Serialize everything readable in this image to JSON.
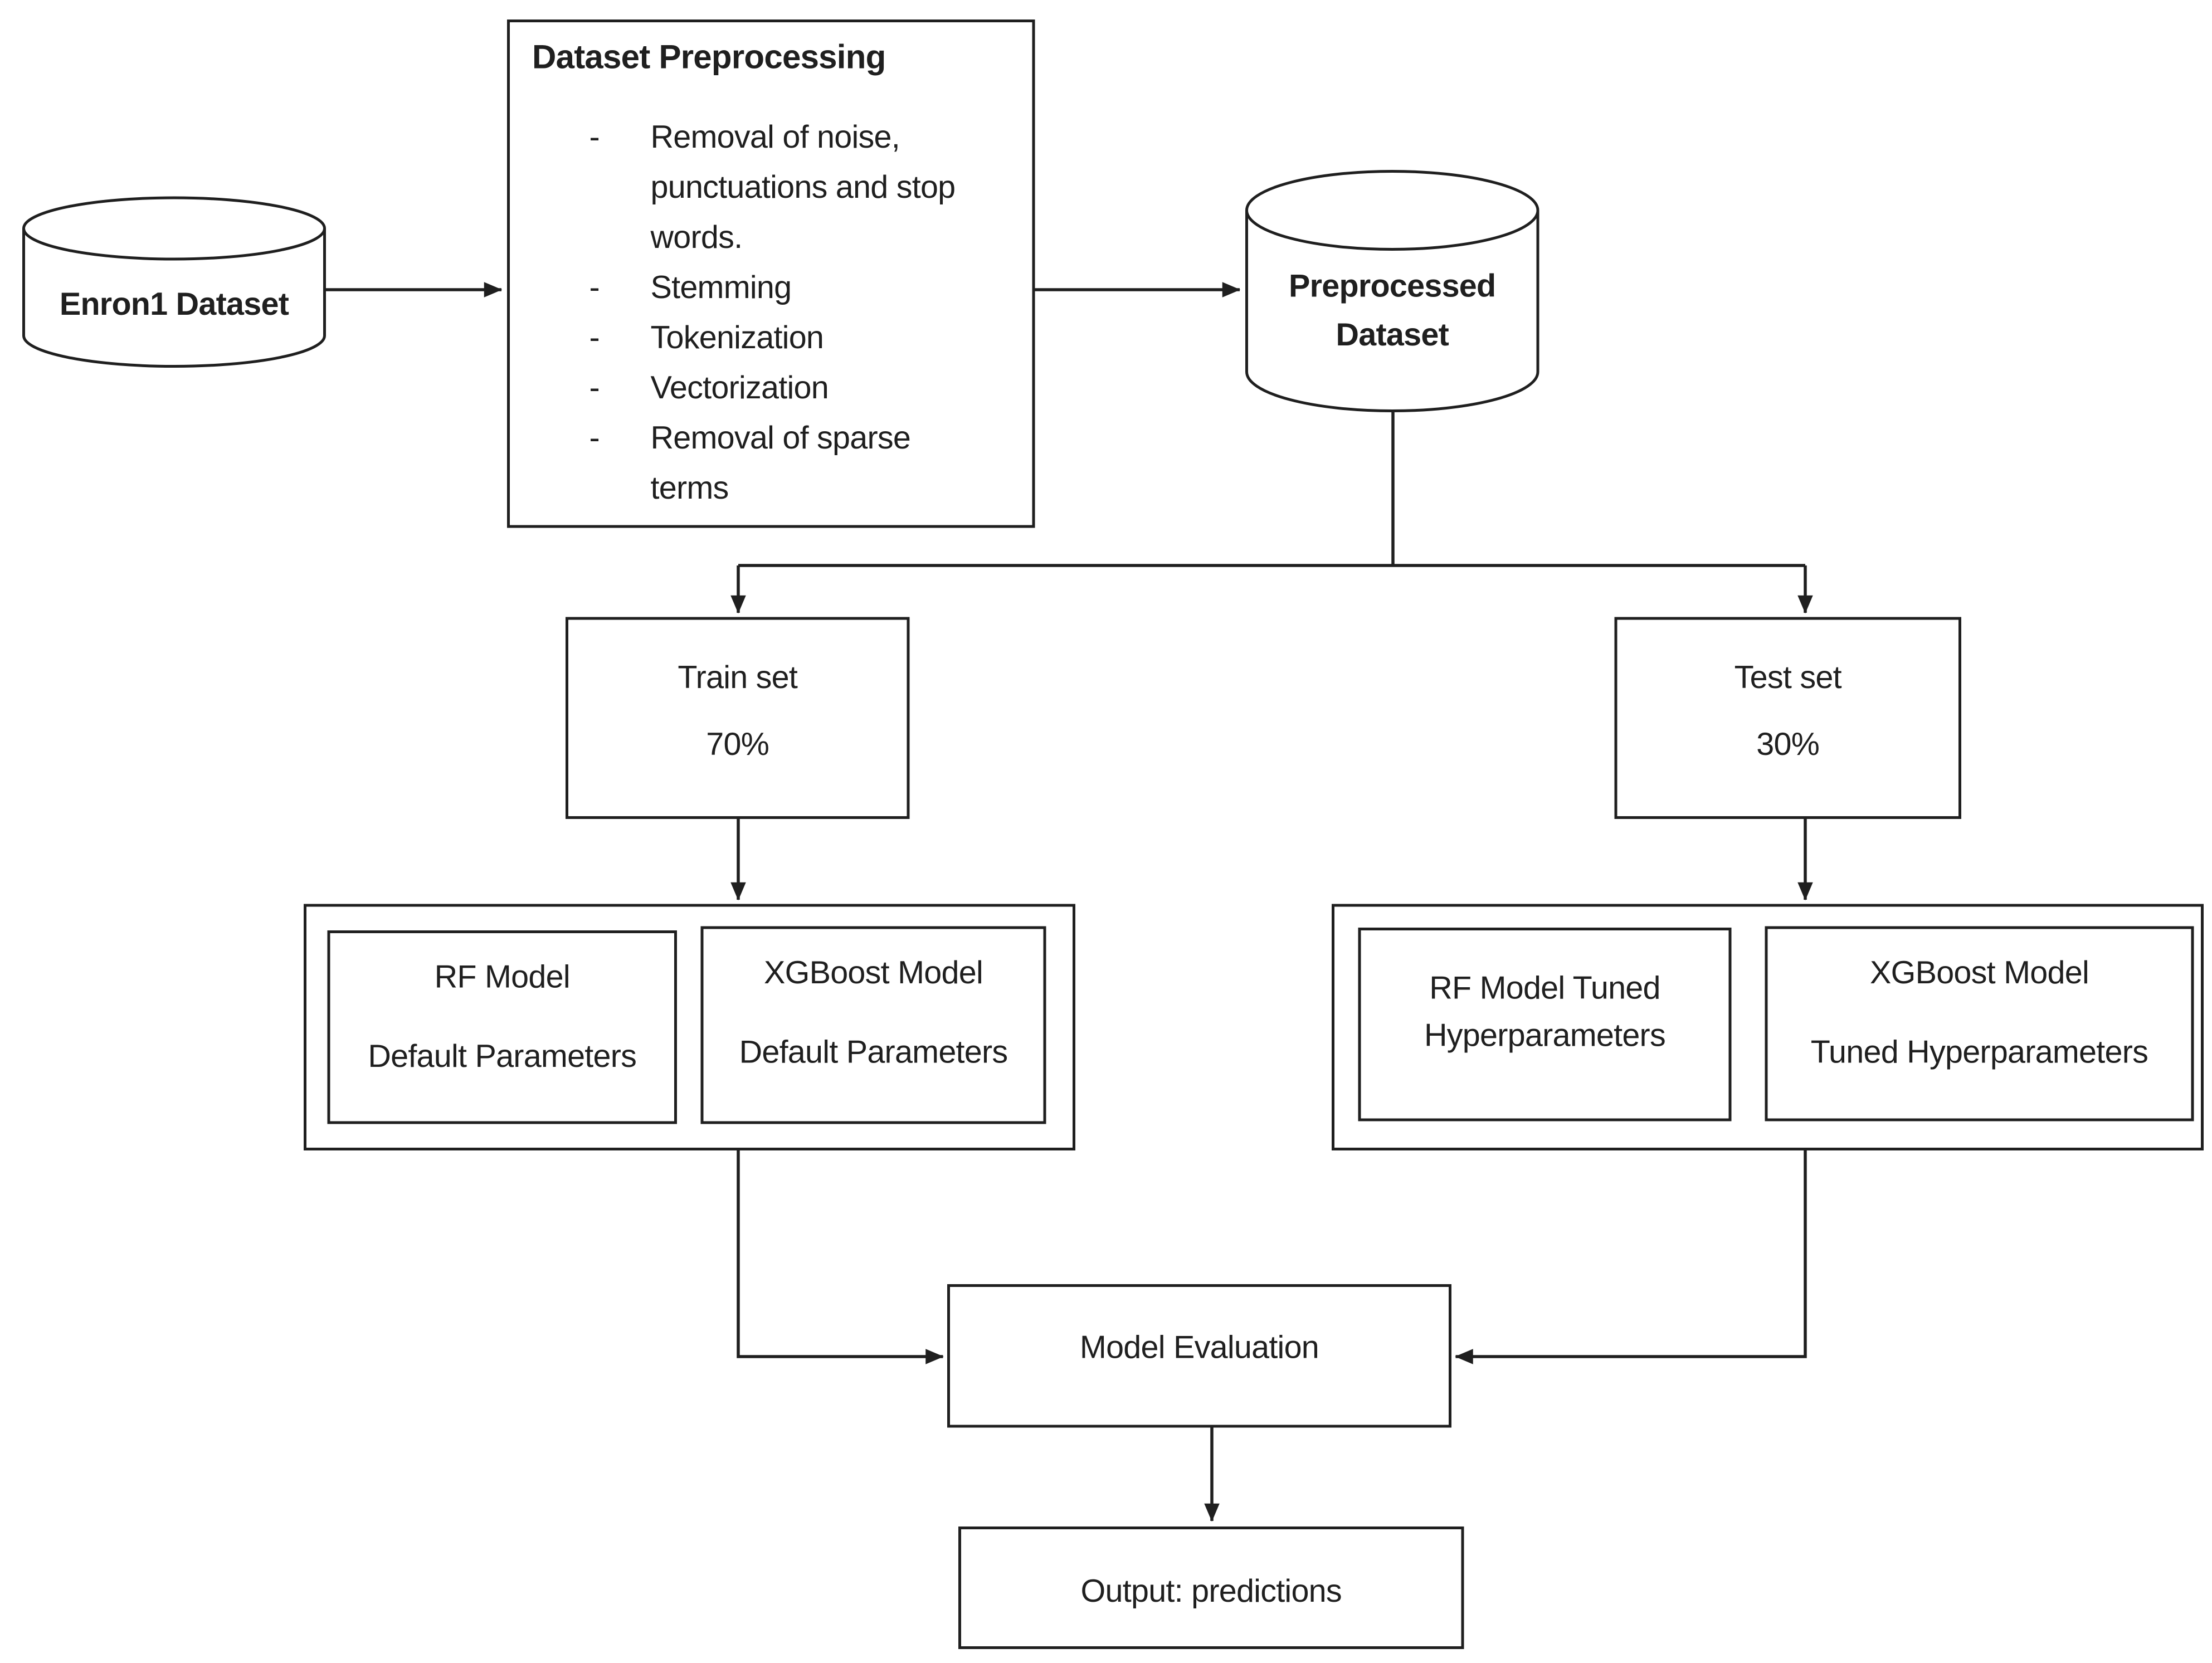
{
  "diagram": {
    "type": "flowchart",
    "title_context": "Spam classification pipeline on Enron1 dataset",
    "colors": {
      "stroke": "#1f1f1f",
      "fill": "#ffffff",
      "text": "#1f1f1f",
      "background": "#ffffff"
    },
    "nodes": {
      "enron_dataset": {
        "shape": "cylinder",
        "label": "Enron1 Dataset"
      },
      "dataset_preprocessing": {
        "shape": "rect",
        "title": "Dataset Preprocessing",
        "bullet": "-",
        "items": [
          "Removal of noise,\npunctuations and stop\nwords.",
          "Stemming",
          "Tokenization",
          "Vectorization",
          "Removal of sparse\nterms"
        ]
      },
      "preprocessed_dataset": {
        "shape": "cylinder",
        "label": "Preprocessed\nDataset"
      },
      "train_set": {
        "shape": "rect",
        "title": "Train set",
        "value": "70%"
      },
      "test_set": {
        "shape": "rect",
        "title": "Test set",
        "value": "30%"
      },
      "rf_default": {
        "shape": "rect",
        "line1": "RF Model",
        "line2": "Default Parameters"
      },
      "xgboost_default": {
        "shape": "rect",
        "line1": "XGBoost Model",
        "line2": "Default Parameters"
      },
      "rf_tuned": {
        "shape": "rect",
        "line1": "RF Model Tuned",
        "line2": "Hyperparameters"
      },
      "xgboost_tuned": {
        "shape": "rect",
        "line1": "XGBoost Model",
        "line2": "Tuned Hyperparameters"
      },
      "model_evaluation": {
        "shape": "rect",
        "label": "Model Evaluation"
      },
      "output": {
        "shape": "rect",
        "label": "Output: predictions"
      }
    },
    "edges": [
      {
        "from": "enron_dataset",
        "to": "dataset_preprocessing"
      },
      {
        "from": "dataset_preprocessing",
        "to": "preprocessed_dataset"
      },
      {
        "from": "preprocessed_dataset",
        "to": "train_set"
      },
      {
        "from": "preprocessed_dataset",
        "to": "test_set"
      },
      {
        "from": "train_set",
        "to": "default_models_group"
      },
      {
        "from": "test_set",
        "to": "tuned_models_group"
      },
      {
        "from": "default_models_group",
        "to": "model_evaluation"
      },
      {
        "from": "tuned_models_group",
        "to": "model_evaluation"
      },
      {
        "from": "model_evaluation",
        "to": "output"
      }
    ]
  }
}
